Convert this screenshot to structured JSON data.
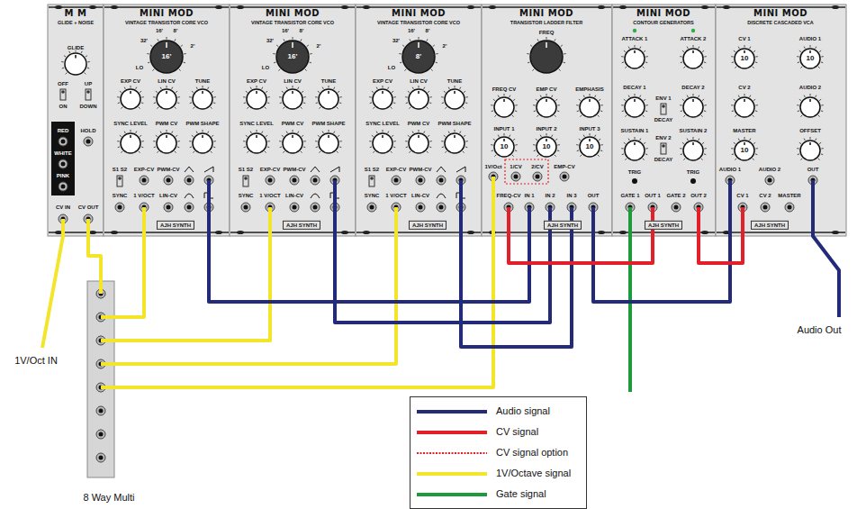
{
  "diagram": {
    "nodes": [
      {
        "text": [
          "M M",
          "GLIDE + NOISE",
          "GLIDE",
          "OFF",
          "ON",
          "UP",
          "DOWN",
          "RED",
          "WHITE",
          "PINK",
          "HOLD",
          "CV IN",
          "CV OUT"
        ]
      },
      {
        "text": [
          "MINI MOD",
          "VINTAGE TRANSISTOR CORE VCO",
          "32'",
          "16'",
          "8'",
          "LO",
          "2'",
          "16'",
          "EXP CV",
          "LIN CV",
          "TUNE",
          "SYNC LEVEL",
          "PWM CV",
          "PWM SHAPE",
          "S1 S2",
          "EXP-CV",
          "PWM-CV",
          "SYNC",
          "1 V/OCT",
          "LIN-CV",
          "AJH SYNTH"
        ]
      },
      {
        "text": [
          "MINI MOD",
          "VINTAGE TRANSISTOR CORE VCO",
          "32'",
          "16'",
          "8'",
          "LO",
          "2'",
          "16'",
          "EXP CV",
          "LIN CV",
          "TUNE",
          "SYNC LEVEL",
          "PWM CV",
          "PWM SHAPE",
          "S1 S2",
          "EXP-CV",
          "PWM-CV",
          "SYNC",
          "1 V/OCT",
          "LIN-CV",
          "AJH SYNTH"
        ]
      },
      {
        "text": [
          "MINI MOD",
          "VINTAGE TRANSISTOR CORE VCO",
          "32'",
          "16'",
          "8'",
          "LO",
          "2'",
          "8'",
          "EXP CV",
          "LIN CV",
          "TUNE",
          "SYNC LEVEL",
          "PWM CV",
          "PWM SHAPE",
          "S1 S2",
          "EXP-CV",
          "PWM-CV",
          "SYNC",
          "1 V/OCT",
          "LIN-CV",
          "AJH SYNTH"
        ]
      },
      {
        "text": [
          "MINI MOD",
          "TRANSISTOR LADDER FILTER",
          "FREQ",
          "FREQ CV",
          "EMP CV",
          "EMPHASIS",
          "INPUT 1",
          "INPUT 2",
          "INPUT 3",
          "10",
          "10",
          "10",
          "1V/Oct",
          "1/CV",
          "2/CV",
          "EMP-CV",
          "FREQ-CV",
          "IN 1",
          "IN 2",
          "IN 3",
          "OUT",
          "AJH SYNTH"
        ]
      },
      {
        "text": [
          "MINI MOD",
          "CONTOUR GENERATORS",
          "ATTACK 1",
          "ATTACK 2",
          "ENV 1",
          "DECAY",
          "DECAY 1",
          "DECAY 2",
          "ENV 2",
          "DECAY",
          "SUSTAIN 1",
          "SUSTAIN 2",
          "TRIG",
          "TRIG",
          "GATE 1",
          "OUT 1",
          "GATE 2",
          "OUT 2",
          "AJH SYNTH"
        ]
      },
      {
        "text": [
          "MINI MOD",
          "DISCRETE CASCADED VCA",
          "CV 1",
          "AUDIO 1",
          "10",
          "10",
          "CV 2",
          "AUDIO 2",
          "MASTER",
          "OFFSET",
          "10",
          "AUDIO 1",
          "AUDIO 2",
          "OUT",
          "CV 1",
          "CV 2",
          "MASTER",
          "AJH SYNTH"
        ]
      },
      {
        "text": [
          "8 Way Multi"
        ]
      }
    ],
    "edges": [
      {
        "from": 0,
        "to": 7,
        "arrow": "none"
      },
      {
        "from": 7,
        "to": 1,
        "arrow": "none"
      },
      {
        "from": 7,
        "to": 2,
        "arrow": "none"
      },
      {
        "from": 7,
        "to": 3,
        "arrow": "none"
      },
      {
        "from": 7,
        "to": 4,
        "arrow": "none"
      },
      {
        "from": 1,
        "to": 4,
        "arrow": "none"
      },
      {
        "from": 2,
        "to": 4,
        "arrow": "none"
      },
      {
        "from": 3,
        "to": 4,
        "arrow": "none"
      },
      {
        "from": 4,
        "to": 6,
        "arrow": "none"
      },
      {
        "from": 5,
        "to": 4,
        "arrow": "none"
      },
      {
        "from": 5,
        "to": 6,
        "arrow": "none"
      }
    ],
    "labels": [
      "1V/Oct IN",
      "Audio Out"
    ],
    "legend": [
      {
        "text": "Audio signal"
      },
      {
        "text": "CV signal"
      },
      {
        "text": "CV signal option"
      },
      {
        "text": "1V/Octave signal"
      },
      {
        "text": "Gate signal"
      }
    ]
  }
}
